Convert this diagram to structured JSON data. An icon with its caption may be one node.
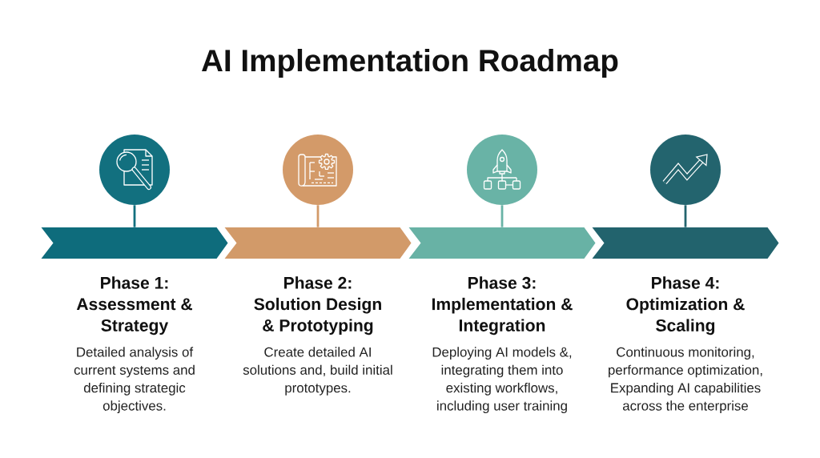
{
  "diagram": {
    "title": "AI Implementation Roadmap",
    "nodes": [
      {
        "text": [],
        "shape": "circle"
      },
      {
        "text": [
          "Phase 1: Assessment & Strategy",
          "Detailed analysis of current systems and defining strategic objectives."
        ]
      },
      {
        "text": [],
        "shape": "circle"
      },
      {
        "text": [
          "Phase 2: Solution Design & Prototyping",
          "Create detailed AI solutions and, build initial prototypes."
        ]
      },
      {
        "text": [],
        "shape": "circle"
      },
      {
        "text": [
          "Phase 3: Implementation & Integration",
          "Deploying AI models &, integrating them into existing workflows, including user training"
        ]
      },
      {
        "text": [],
        "shape": "circle"
      },
      {
        "text": [
          "Phase 4: Optimization & Scaling",
          "Continuous monitoring, performance optimization, Expanding AI capabilities across the enterprise"
        ]
      }
    ],
    "edges": [
      {
        "from": 0,
        "to": 1,
        "arrow": "none",
        "color": "#12707f"
      },
      {
        "from": 2,
        "to": 3,
        "arrow": "none",
        "color": "#d39a69"
      },
      {
        "from": 4,
        "to": 5,
        "arrow": "none",
        "color": "#69b3a6"
      },
      {
        "from": 6,
        "to": 7,
        "arrow": "none",
        "color": "#23646e"
      }
    ]
  }
}
